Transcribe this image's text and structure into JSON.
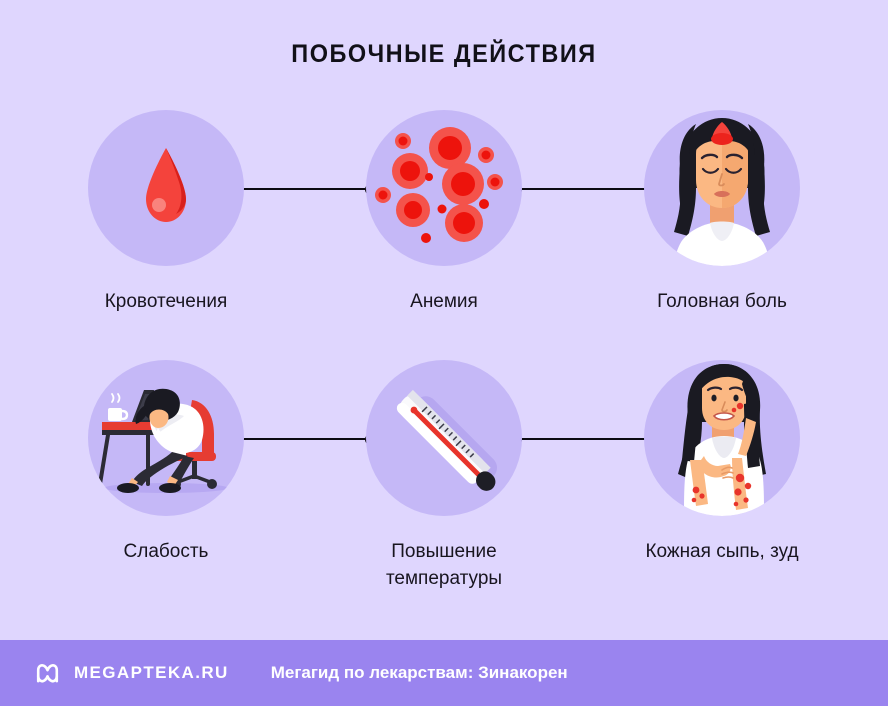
{
  "page": {
    "title": "ПОБОЧНЫЕ ДЕЙСТВИЯ",
    "background_color": "#DFD6FE",
    "circle_color": "#C5B8F7",
    "accent_red": "#EE2B24",
    "footer_color": "#9A84EF",
    "text_color": "#18151f"
  },
  "items": [
    {
      "id": "bleeding",
      "label": "Кровотечения",
      "icon": "blood-drop-icon"
    },
    {
      "id": "anemia",
      "label": "Анемия",
      "icon": "blood-cells-icon"
    },
    {
      "id": "headache",
      "label": "Головная боль",
      "icon": "woman-headache-icon"
    },
    {
      "id": "weakness",
      "label": "Слабость",
      "icon": "woman-tired-at-desk-icon"
    },
    {
      "id": "fever",
      "label": "Повышение\nтемпературы",
      "label_line1": "Повышение",
      "label_line2": "температуры",
      "icon": "thermometer-icon"
    },
    {
      "id": "rash",
      "label": "Кожная сыпь, зуд",
      "icon": "woman-skin-rash-icon"
    }
  ],
  "footer": {
    "logo": "megapteka-m-logo",
    "brand": "MEGAPTEKA.RU",
    "tagline": "Мегагид по лекарствам: Зинакорен"
  }
}
